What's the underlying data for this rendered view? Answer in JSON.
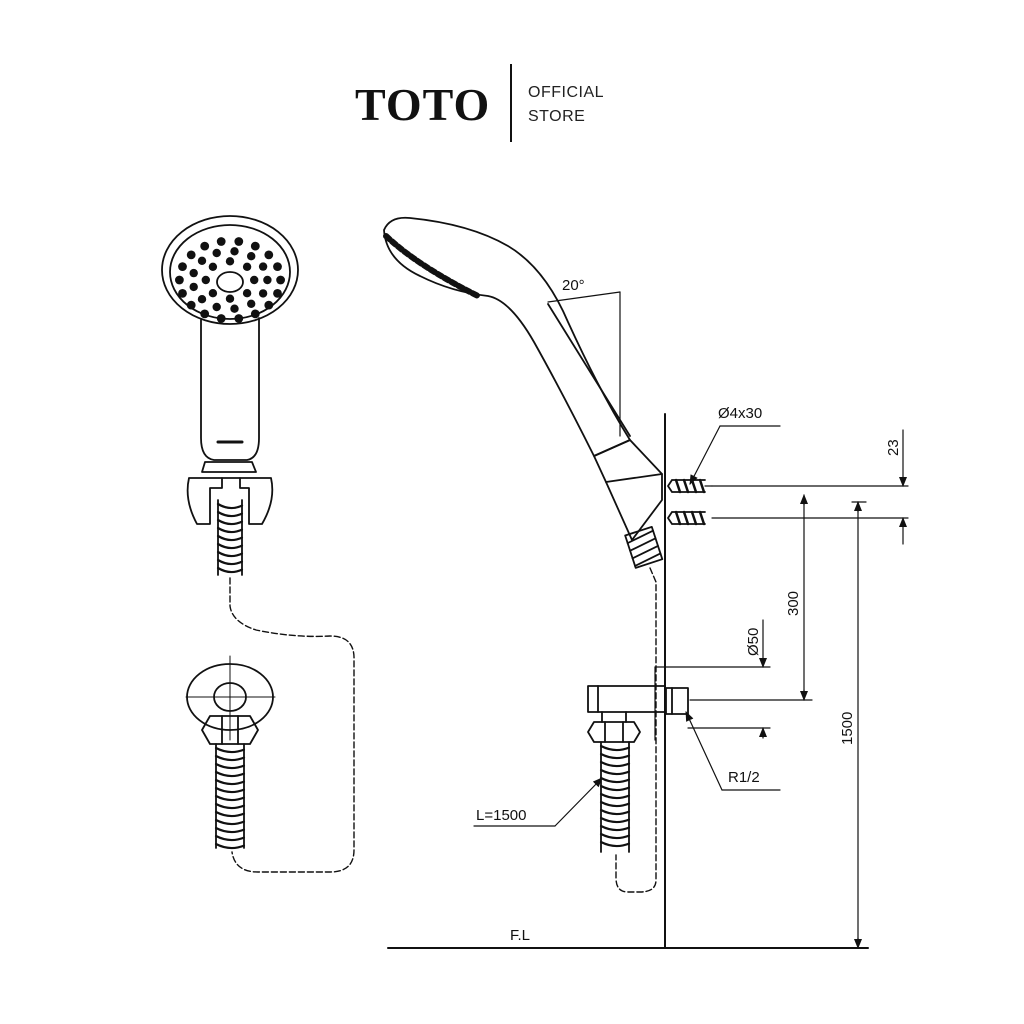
{
  "brand": {
    "logo_text": "TOTO",
    "subtitle_line1": "OFFICIAL",
    "subtitle_line2": "STORE"
  },
  "labels": {
    "angle": "20°",
    "screw": "Ø4x30",
    "dim_23": "23",
    "dim_300": "300",
    "dim_50": "Ø50",
    "dim_1500": "1500",
    "thread": "R1/2",
    "hose_length": "L=1500",
    "floor_level": "F.L"
  },
  "colors": {
    "line": "#111111",
    "background": "#ffffff"
  }
}
